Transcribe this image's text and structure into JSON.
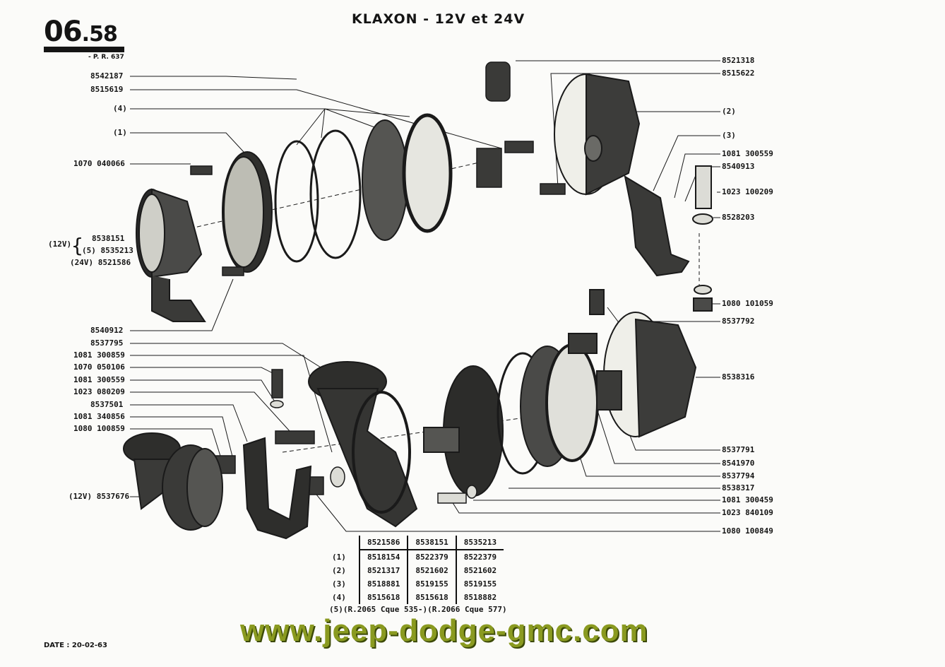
{
  "page": {
    "number": "06",
    "sub": ".58",
    "ref": "- P. R. 637",
    "date": "DATE : 20-02-63"
  },
  "title": "KLAXON - 12V et 24V",
  "website": "www.jeep-dodge-gmc.com",
  "labels_left": [
    "8542187",
    "8515619",
    "(4)",
    "(1)",
    "1070 040066",
    "8538151",
    "(5) 8535213",
    "(24V) 8521586",
    "(12V)",
    "8540912",
    "8537795",
    "1081 300859",
    "1070 050106",
    "1081 300559",
    "1023 080209",
    "8537501",
    "1081 340856",
    "1080 100859",
    "(12V) 8537676"
  ],
  "labels_right": [
    "8521318",
    "8515622",
    "(2)",
    "(3)",
    "1081 300559",
    "8540913",
    "1023 100209",
    "8528203",
    "1080 101059",
    "8537792",
    "8538316",
    "8537791",
    "8541970",
    "8537794",
    "8538317",
    "1081 300459",
    "1023 840109",
    "1080 100849"
  ],
  "table": {
    "headers": [
      "8521586",
      "8538151",
      "8535213"
    ],
    "rows": [
      {
        "label": "(1)",
        "cells": [
          "8518154",
          "8522379",
          "8522379"
        ]
      },
      {
        "label": "(2)",
        "cells": [
          "8521317",
          "8521602",
          "8521602"
        ]
      },
      {
        "label": "(3)",
        "cells": [
          "8518881",
          "8519155",
          "8519155"
        ]
      },
      {
        "label": "(4)",
        "cells": [
          "8515618",
          "8515618",
          "8518882"
        ]
      }
    ],
    "note": "(5)(R.2065 Cque 535-)(R.2066 Cque 577)"
  }
}
